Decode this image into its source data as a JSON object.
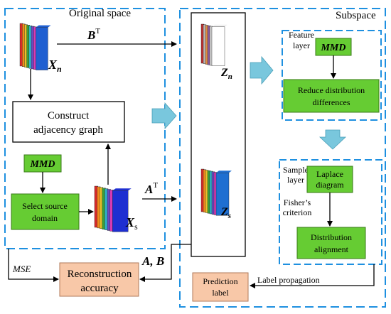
{
  "regions": {
    "original_space": "Original space",
    "subspace": "Subspace"
  },
  "variables": {
    "x_n": "X",
    "x_n_sub": "n",
    "x_s": "X",
    "x_s_sub": "s",
    "z_n": "Z",
    "z_n_sub": "n",
    "z_s": "Z",
    "z_s_sub": "s",
    "b_t": "B",
    "b_t_sup": "T",
    "a_t": "A",
    "a_t_sup": "T",
    "a_b": "A, B"
  },
  "boxes": {
    "construct_graph": [
      "Construct",
      "adjacency graph"
    ],
    "mmd_left": "MMD",
    "select_source": [
      "Select source",
      "domain"
    ],
    "mmd_right": "MMD",
    "reduce_diff": [
      "Reduce distribution",
      "differences"
    ],
    "laplace": [
      "Laplace",
      "diagram"
    ],
    "distribution_alignment": [
      "Distribution",
      "alignment"
    ],
    "reconstruction_accuracy": [
      "Reconstruction",
      "accuracy"
    ],
    "prediction_label": [
      "Prediction",
      "label"
    ]
  },
  "labels": {
    "feature_layer": [
      "Feature",
      "layer"
    ],
    "sample_layer": [
      "Sample",
      "layer"
    ],
    "fishers_criterion": [
      "Fisher’s",
      "criterion"
    ],
    "mse": "MSE",
    "label_propagation": "Label propagation"
  },
  "colors": {
    "dashed_border": "#1E90E0",
    "green_fill": "#66CC33",
    "green_stroke": "#3a7a1a",
    "orange_fill": "#F8C8A8",
    "orange_stroke": "#B07A5A",
    "arrow_cyan": "#79C7DD",
    "stack_palette_xn": [
      "#d92b2b",
      "#f28a1c",
      "#e8c22a",
      "#3aa13a",
      "#2fb3c9",
      "#6a49c2",
      "#d93ab3",
      "#1f5fd1"
    ],
    "stack_palette_xs": [
      "#d92b2b",
      "#f28a1c",
      "#e8c22a",
      "#3aa13a",
      "#2fb3c9",
      "#6a49c2",
      "#d93ab3",
      "#1e2fd1"
    ],
    "stack_palette_zn": [
      "#c23030",
      "#b8b8b8",
      "#e08c40",
      "#8b5a9c",
      "#d0d0d0",
      "#f0f0f0"
    ],
    "stack_palette_zs": [
      "#d92b2b",
      "#f28a1c",
      "#e8c22a",
      "#3aa13a",
      "#2fb3c9",
      "#6a49c2",
      "#d93ab3",
      "#1f6fd1"
    ]
  }
}
